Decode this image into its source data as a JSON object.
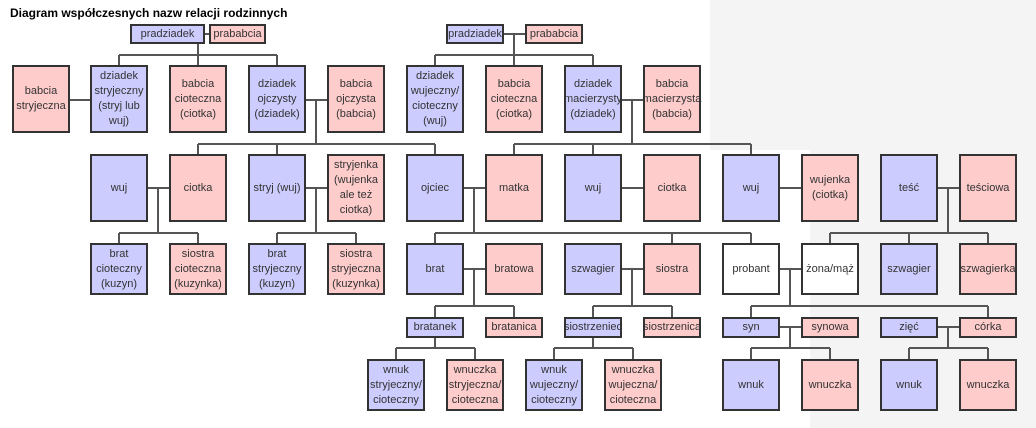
{
  "title": "Diagram współczesnych nazw relacji rodzinnych",
  "colors": {
    "male": "#ccccff",
    "female": "#ffcccc",
    "neutral": "#ffffff",
    "line": "#555555"
  },
  "boxes": [
    {
      "label": "pradziadek",
      "type": "m"
    },
    {
      "label": "prababcia",
      "type": "f"
    },
    {
      "label": "pradziadek",
      "type": "m"
    },
    {
      "label": "prababcia",
      "type": "f"
    },
    {
      "label": "babcia stryjeczna",
      "type": "f"
    },
    {
      "label": "dziadek stryjeczny (stryj lub wuj)",
      "type": "m"
    },
    {
      "label": "babcia cioteczna (ciotka)",
      "type": "f"
    },
    {
      "label": "dziadek ojczysty (dziadek)",
      "type": "m"
    },
    {
      "label": "babcia ojczysta (babcia)",
      "type": "f"
    },
    {
      "label": "dziadek wujeczny/ cioteczny (wuj)",
      "type": "m"
    },
    {
      "label": "babcia cioteczna (ciotka)",
      "type": "f"
    },
    {
      "label": "dziadek macierzysty (dziadek)",
      "type": "m"
    },
    {
      "label": "babcia macierzysta (babcia)",
      "type": "f"
    },
    {
      "label": "wuj",
      "type": "m"
    },
    {
      "label": "ciotka",
      "type": "f"
    },
    {
      "label": "stryj (wuj)",
      "type": "m"
    },
    {
      "label": "stryjenka (wujenka ale też ciotka)",
      "type": "f"
    },
    {
      "label": "ojciec",
      "type": "m"
    },
    {
      "label": "matka",
      "type": "f"
    },
    {
      "label": "wuj",
      "type": "m"
    },
    {
      "label": "ciotka",
      "type": "f"
    },
    {
      "label": "wuj",
      "type": "m"
    },
    {
      "label": "wujenka (ciotka)",
      "type": "f"
    },
    {
      "label": "teść",
      "type": "m"
    },
    {
      "label": "teściowa",
      "type": "f"
    },
    {
      "label": "brat cioteczny (kuzyn)",
      "type": "m"
    },
    {
      "label": "siostra cioteczna (kuzynka)",
      "type": "f"
    },
    {
      "label": "brat stryjeczny (kuzyn)",
      "type": "m"
    },
    {
      "label": "siostra stryjeczna (kuzynka)",
      "type": "f"
    },
    {
      "label": "brat",
      "type": "m"
    },
    {
      "label": "bratowa",
      "type": "f"
    },
    {
      "label": "szwagier",
      "type": "m"
    },
    {
      "label": "siostra",
      "type": "f"
    },
    {
      "label": "probant",
      "type": "n"
    },
    {
      "label": "żona/mąż",
      "type": "n"
    },
    {
      "label": "szwagier",
      "type": "m"
    },
    {
      "label": "szwagierka",
      "type": "f"
    },
    {
      "label": "bratanek",
      "type": "m"
    },
    {
      "label": "bratanica",
      "type": "f"
    },
    {
      "label": "siostrzeniec",
      "type": "m"
    },
    {
      "label": "siostrzenica",
      "type": "f"
    },
    {
      "label": "syn",
      "type": "m"
    },
    {
      "label": "synowa",
      "type": "f"
    },
    {
      "label": "zięć",
      "type": "m"
    },
    {
      "label": "córka",
      "type": "f"
    },
    {
      "label": "wnuk stryjeczny/ cioteczny",
      "type": "m"
    },
    {
      "label": "wnuczka stryjeczna/ cioteczna",
      "type": "f"
    },
    {
      "label": "wnuk wujeczny/ cioteczny",
      "type": "m"
    },
    {
      "label": "wnuczka wujeczna/ cioteczna",
      "type": "f"
    },
    {
      "label": "wnuk",
      "type": "m"
    },
    {
      "label": "wnuczka",
      "type": "f"
    },
    {
      "label": "wnuk",
      "type": "m"
    },
    {
      "label": "wnuczka",
      "type": "f"
    }
  ]
}
